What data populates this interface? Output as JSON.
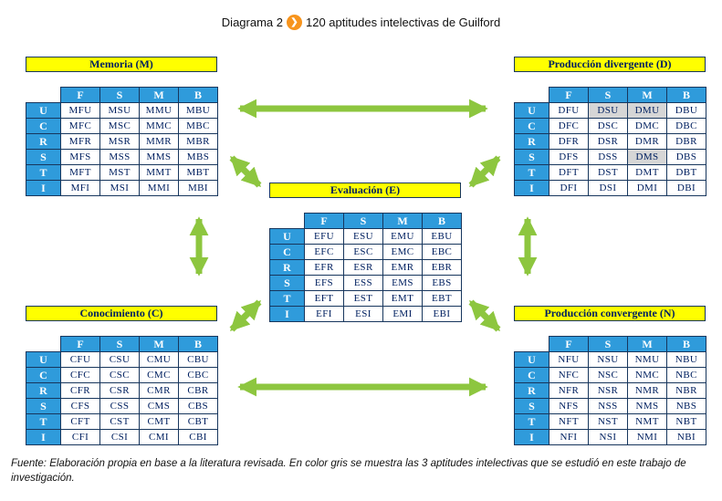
{
  "title": {
    "prefix": "Diagrama 2",
    "icon_glyph": "❯",
    "suffix": "120 aptitudes intelectivas de Guilford"
  },
  "matrix": {
    "col_headers": [
      "F",
      "S",
      "M",
      "B"
    ],
    "row_headers": [
      "U",
      "C",
      "R",
      "S",
      "T",
      "I"
    ]
  },
  "tables": [
    {
      "id": "memoria",
      "title": "Memoria (M)",
      "rows": [
        [
          "MFU",
          "MSU",
          "MMU",
          "MBU"
        ],
        [
          "MFC",
          "MSC",
          "MMC",
          "MBC"
        ],
        [
          "MFR",
          "MSR",
          "MMR",
          "MBR"
        ],
        [
          "MFS",
          "MSS",
          "MMS",
          "MBS"
        ],
        [
          "MFT",
          "MST",
          "MMT",
          "MBT"
        ],
        [
          "MFI",
          "MSI",
          "MMI",
          "MBI"
        ]
      ],
      "highlighted_cells": []
    },
    {
      "id": "divergente",
      "title": "Producción divergente (D)",
      "rows": [
        [
          "DFU",
          "DSU",
          "DMU",
          "DBU"
        ],
        [
          "DFC",
          "DSC",
          "DMC",
          "DBC"
        ],
        [
          "DFR",
          "DSR",
          "DMR",
          "DBR"
        ],
        [
          "DFS",
          "DSS",
          "DMS",
          "DBS"
        ],
        [
          "DFT",
          "DST",
          "DMT",
          "DBT"
        ],
        [
          "DFI",
          "DSI",
          "DMI",
          "DBI"
        ]
      ],
      "highlighted_cells": [
        "DSU",
        "DMU",
        "DMS"
      ]
    },
    {
      "id": "evaluacion",
      "title": "Evaluación (E)",
      "rows": [
        [
          "EFU",
          "ESU",
          "EMU",
          "EBU"
        ],
        [
          "EFC",
          "ESC",
          "EMC",
          "EBC"
        ],
        [
          "EFR",
          "ESR",
          "EMR",
          "EBR"
        ],
        [
          "EFS",
          "ESS",
          "EMS",
          "EBS"
        ],
        [
          "EFT",
          "EST",
          "EMT",
          "EBT"
        ],
        [
          "EFI",
          "ESI",
          "EMI",
          "EBI"
        ]
      ],
      "highlighted_cells": []
    },
    {
      "id": "conocimiento",
      "title": "Conocimiento (C)",
      "rows": [
        [
          "CFU",
          "CSU",
          "CMU",
          "CBU"
        ],
        [
          "CFC",
          "CSC",
          "CMC",
          "CBC"
        ],
        [
          "CFR",
          "CSR",
          "CMR",
          "CBR"
        ],
        [
          "CFS",
          "CSS",
          "CMS",
          "CBS"
        ],
        [
          "CFT",
          "CST",
          "CMT",
          "CBT"
        ],
        [
          "CFI",
          "CSI",
          "CMI",
          "CBI"
        ]
      ],
      "highlighted_cells": []
    },
    {
      "id": "convergente",
      "title": "Producción convergente (N)",
      "rows": [
        [
          "NFU",
          "NSU",
          "NMU",
          "NBU"
        ],
        [
          "NFC",
          "NSC",
          "NMC",
          "NBC"
        ],
        [
          "NFR",
          "NSR",
          "NMR",
          "NBR"
        ],
        [
          "NFS",
          "NSS",
          "NMS",
          "NBS"
        ],
        [
          "NFT",
          "NST",
          "NMT",
          "NBT"
        ],
        [
          "NFI",
          "NSI",
          "NMI",
          "NBI"
        ]
      ],
      "highlighted_cells": []
    }
  ],
  "footer": "Fuente: Elaboración propia en base a la literatura revisada. En color gris se muestra las 3 aptitudes intelectivas que se estudió en este trabajo de investigación.",
  "colors": {
    "header_blue": "#2F9BDB",
    "border_navy": "#17365D",
    "text_navy": "#002060",
    "title_yellow": "#FFFF00",
    "arrow_green": "#8DC63F",
    "highlight_gray": "#D6D6D6",
    "icon_orange": "#F7941D"
  }
}
